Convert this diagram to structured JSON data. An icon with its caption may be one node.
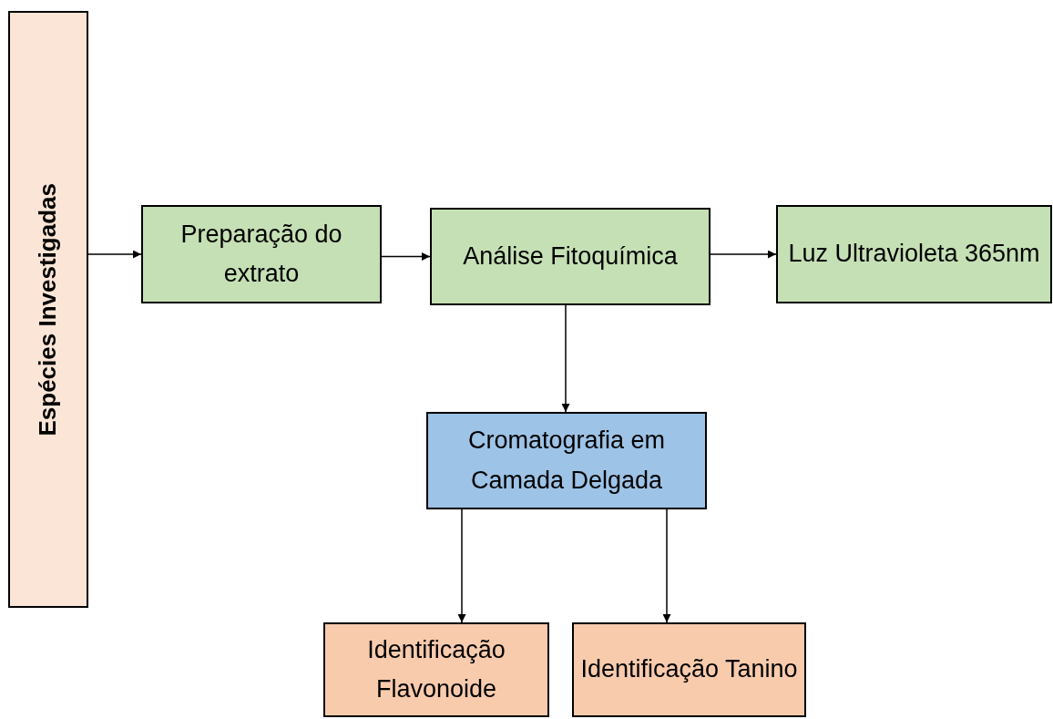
{
  "diagram": {
    "nodes": [
      {
        "text": [
          "Espécies Investigadas"
        ]
      },
      {
        "text": [
          "Preparação do extrato"
        ]
      },
      {
        "text": [
          "Análise Fitoquímica"
        ]
      },
      {
        "text": [
          "Luz Ultravioleta 365nm"
        ]
      },
      {
        "text": [
          "Cromatografia em Camada Delgada"
        ]
      },
      {
        "text": [
          "Identificação Flavonoide"
        ]
      },
      {
        "text": [
          "Identificação Tanino"
        ]
      }
    ],
    "edges": [
      {
        "from": 0,
        "to": 1,
        "arrow": "to"
      },
      {
        "from": 1,
        "to": 2,
        "arrow": "to"
      },
      {
        "from": 2,
        "to": 3,
        "arrow": "to"
      },
      {
        "from": 2,
        "to": 4,
        "arrow": "to"
      },
      {
        "from": 4,
        "to": 5,
        "arrow": "to"
      },
      {
        "from": 4,
        "to": 6,
        "arrow": "to"
      }
    ]
  }
}
